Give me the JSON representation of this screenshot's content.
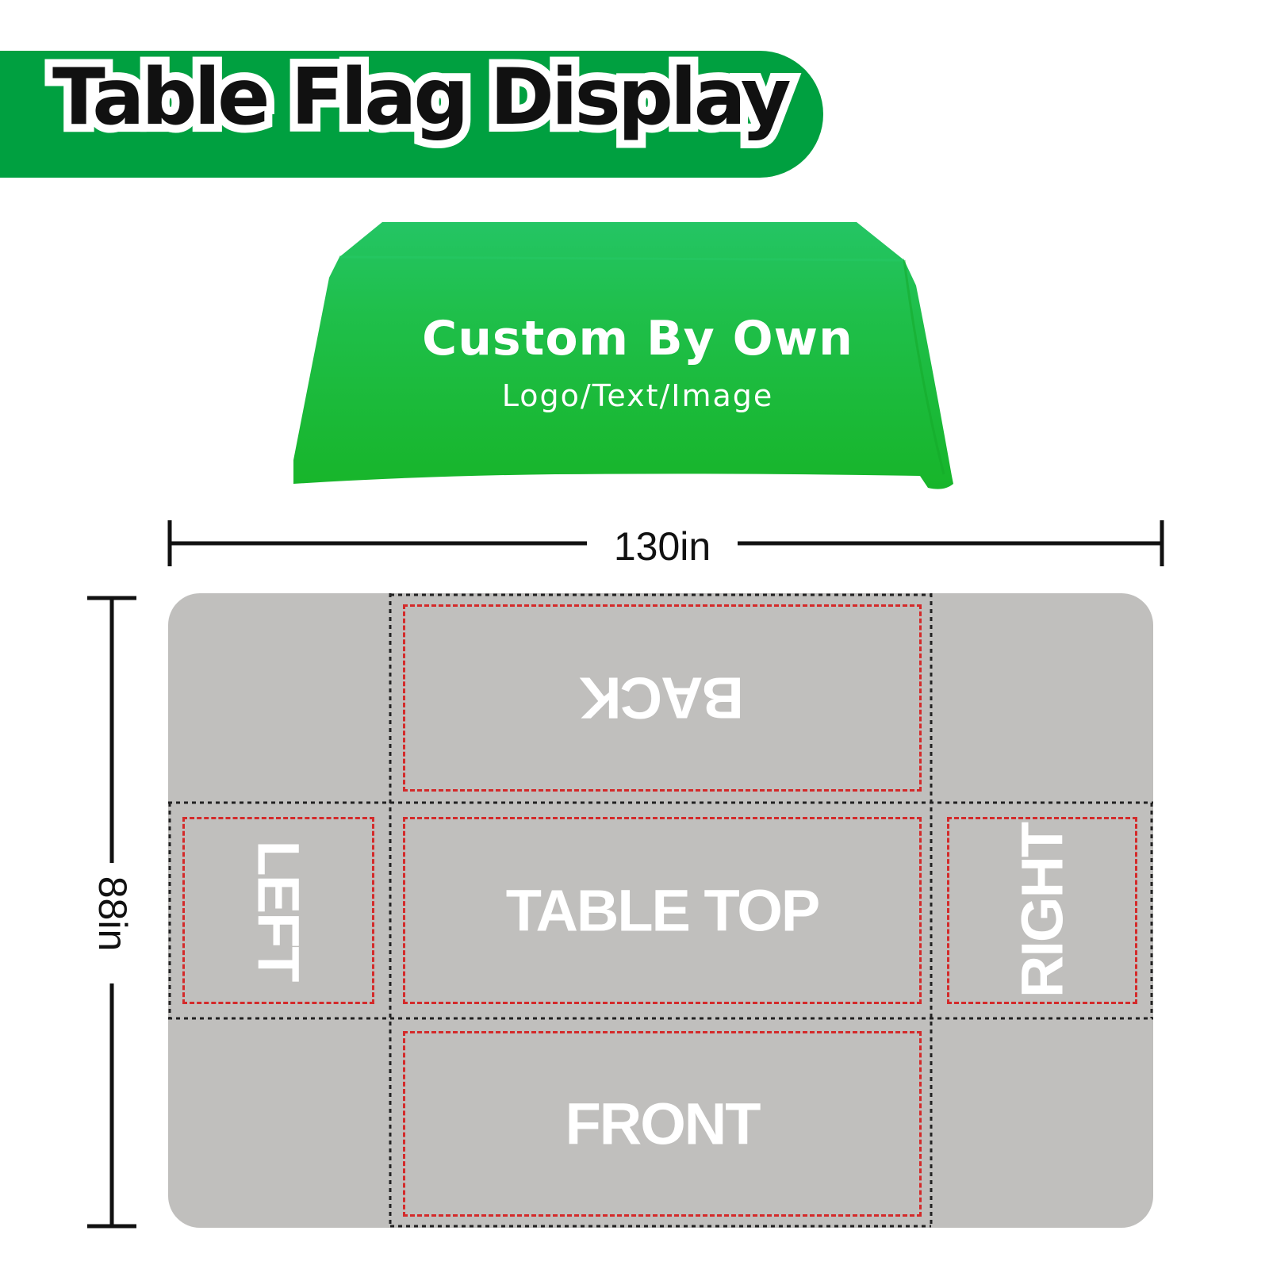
{
  "header": {
    "title": "Table Flag Display"
  },
  "tablecloth": {
    "title": "Custom By Own",
    "subtitle": "Logo/Text/Image",
    "color": "#22c35a"
  },
  "dimensions": {
    "width": "130in",
    "height": "88in"
  },
  "panels": {
    "back": "BACK",
    "left": "LEFT",
    "top": "TABLE TOP",
    "right": "RIGHT",
    "front": "FRONT"
  },
  "colors": {
    "banner": "#00a040",
    "plan": "#c0bfbd",
    "print_area_outline": "#d42a2a",
    "fold_line": "#222222"
  }
}
